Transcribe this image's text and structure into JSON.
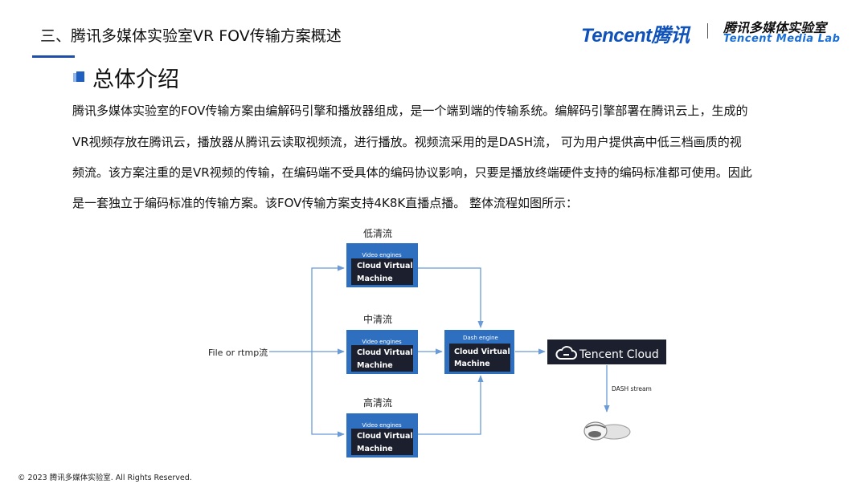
{
  "header": {
    "title": "三、腾讯多媒体实验室VR FOV传输方案概述",
    "logo_text": "Tencent腾讯",
    "lab_name_cn": "腾讯多媒体实验室",
    "lab_name_en": "Tencent Media Lab"
  },
  "section": {
    "heading": "总体介绍"
  },
  "paragraph": {
    "lines": [
      "腾讯多媒体实验室的FOV传输方案由编解码引擎和播放器组成，是一个端到端的传输系统。编解码引擎部署在腾讯云上，生成的",
      "VR视频存放在腾讯云，播放器从腾讯云读取视频流，进行播放。视频流采用的是DASH流， 可为用户提供高中低三档画质的视",
      "频流。该方案注重的是VR视频的传输，在编码端不受具体的编码协议影响，只要是播放终端硬件支持的编码标准都可使用。因此",
      "是一套独立于编码标准的传输方案。该FOV传输方案支持4K8K直播点播。  整体流程如图所示："
    ]
  },
  "diagram": {
    "input_label": "File or rtmp流",
    "streams": [
      {
        "label": "低清流",
        "engine": "Video engines",
        "vm_line1": "Cloud Virtual",
        "vm_line2": "Machine"
      },
      {
        "label": "中清流",
        "engine": "Video engines",
        "vm_line1": "Cloud Virtual",
        "vm_line2": "Machine"
      },
      {
        "label": "高清流",
        "engine": "Video engines",
        "vm_line1": "Cloud Virtual",
        "vm_line2": "Machine"
      }
    ],
    "dash": {
      "engine": "Dash engine",
      "vm_line1": "Cloud Virtual",
      "vm_line2": "Machine"
    },
    "cloud_label": "Tencent Cloud",
    "stream_label": "DASH stream",
    "colors": {
      "box_blue": "#2f6fc0",
      "box_dark": "#1b1f2e",
      "arrow": "#6b9bd6"
    }
  },
  "footer": {
    "copyright": "© 2023 腾讯多媒体实验室. All Rights Reserved."
  }
}
